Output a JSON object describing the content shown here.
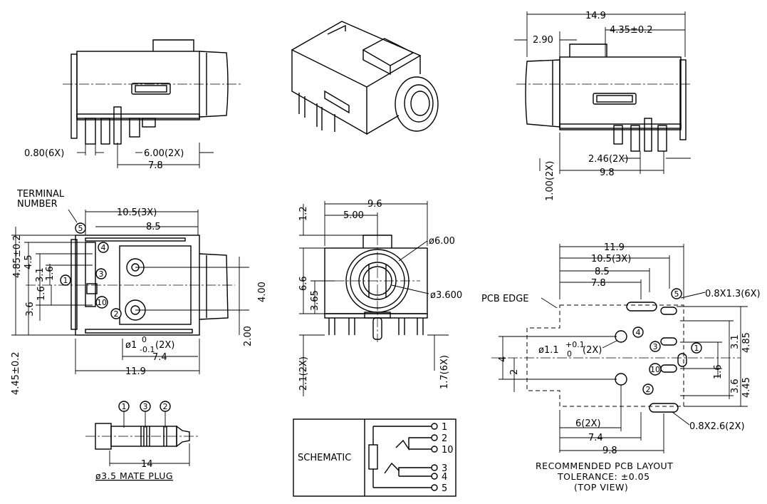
{
  "top_left": {
    "d1": "0.80(6X)",
    "d2": "6.00(2X)",
    "d3": "7.8"
  },
  "top_right": {
    "d1": "14.9",
    "d2": "2.90",
    "d3": "4.35±0.2",
    "d4": "2.46(2X)",
    "d5": "9.8",
    "d6": "1.00(2X)"
  },
  "front": {
    "terminal": "TERMINAL",
    "number": "NUMBER",
    "d1": "10.5(3X)",
    "d2": "8.5",
    "d3": "4.85±0.2",
    "d4": "4.5",
    "d5": "3.1",
    "d6": "1.6",
    "d7": "1.6",
    "d8": "3.6",
    "d9": "4.00",
    "d10": "2.00",
    "d11": "ø1",
    "d11s": "0",
    "d11i": "-0.1",
    "d11x": "(2X)",
    "d12": "7.4",
    "d13": "11.9",
    "d14": "4.45±0.2"
  },
  "side": {
    "d1": "9.6",
    "d2": "5.00",
    "d3": "1.2",
    "d4": "ø6.00",
    "d5": "6.6",
    "d6": "3.65",
    "d7": "ø3.600",
    "d8": "2.1(2X)",
    "d9": "1.7(6X)"
  },
  "pcb": {
    "d1": "11.9",
    "d2": "10.5(3X)",
    "d3": "8.5",
    "d4": "7.8",
    "edge": "PCB EDGE",
    "d5": "0.8X1.3(6X)",
    "d6": "ø1.1",
    "d6s": "+0.1",
    "d6i": "0",
    "d6x": "(2X)",
    "d7": "3.1",
    "d8": "4.85",
    "d9": "4",
    "d10": "2",
    "d11": "1.6",
    "d12": "3.6",
    "d13": "4.45",
    "d14": "6(2X)",
    "d15": "7.4",
    "d16": "9.8",
    "d17": "0.8X2.6(2X)",
    "caption1": "RECOMMENDED PCB LAYOUT",
    "caption2": "TOLERANCE: ±0.05",
    "caption3": "(TOP VIEW)"
  },
  "plug": {
    "d1": "14",
    "caption": "ø3.5 MATE PLUG"
  },
  "schematic": {
    "label": "SCHEMATIC",
    "pins": [
      "1",
      "2",
      "10",
      "3",
      "4",
      "5"
    ]
  },
  "terminals": {
    "t1": "1",
    "t2": "2",
    "t3": "3",
    "t4": "4",
    "t5": "5",
    "t10": "10"
  }
}
